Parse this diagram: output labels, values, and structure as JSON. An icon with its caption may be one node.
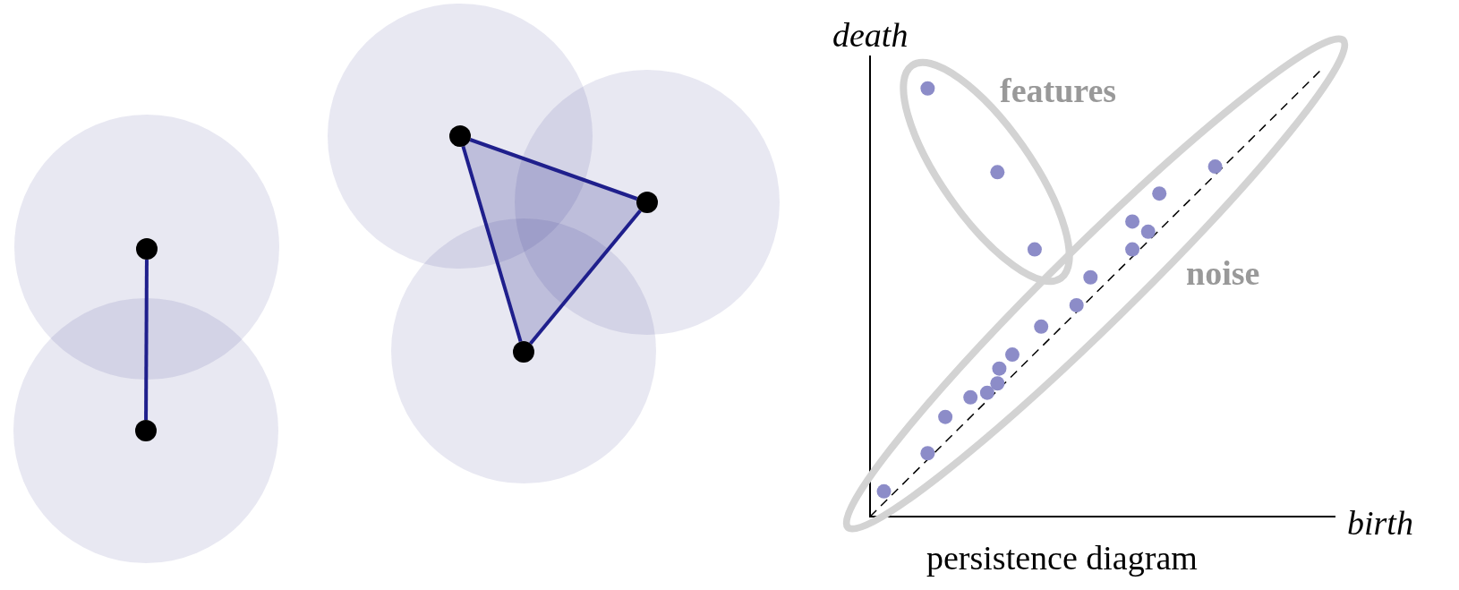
{
  "diagram": {
    "caption": "persistence diagram",
    "nodes": [
      {
        "text": [],
        "shape": "circle"
      },
      {
        "text": [],
        "shape": "circle"
      },
      {
        "text": [],
        "shape": "circle"
      },
      {
        "text": [],
        "shape": "circle"
      },
      {
        "text": [],
        "shape": "circle"
      }
    ],
    "edges": [
      {
        "from": 0,
        "to": 1,
        "arrow": "none"
      },
      {
        "from": 2,
        "to": 3,
        "arrow": "none"
      },
      {
        "from": 3,
        "to": 4,
        "arrow": "none"
      },
      {
        "from": 4,
        "to": 2,
        "arrow": "none"
      }
    ],
    "labels": [
      "death",
      "features",
      "noise",
      "birth"
    ]
  }
}
